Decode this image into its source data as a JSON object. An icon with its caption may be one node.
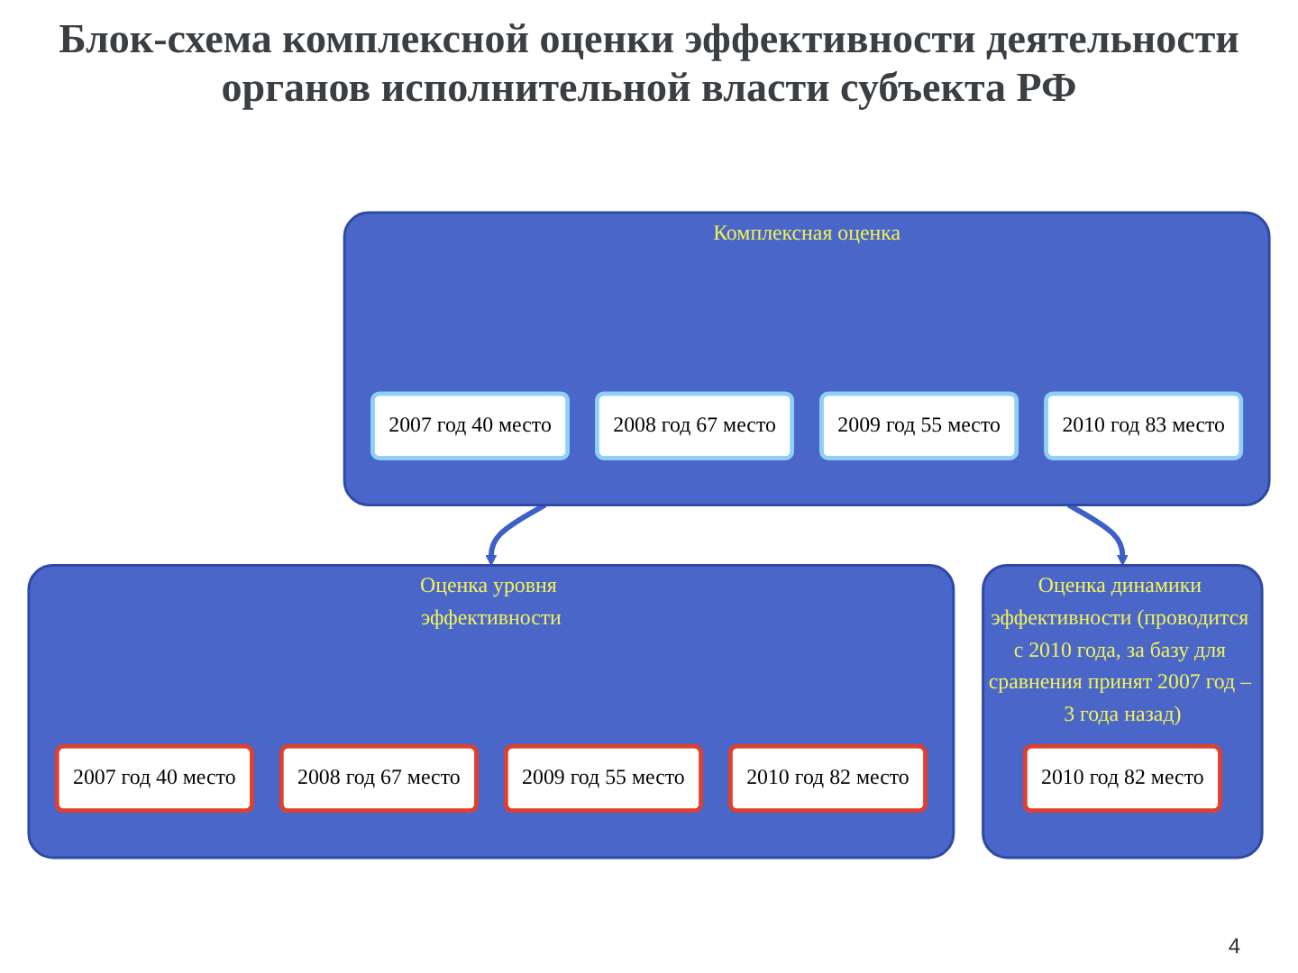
{
  "diagram": {
    "title": "Блок-схема комплексной оценки эффективности деятельности органов исполнительной власти субъекта РФ",
    "nodes": [
      {
        "text": [
          "Комплексная оценка"
        ]
      },
      {
        "text": [
          "2007 год 40 место"
        ],
        "in": 0
      },
      {
        "text": [
          "2008 год 67 место"
        ],
        "in": 0
      },
      {
        "text": [
          "2009 год 55 место"
        ],
        "in": 0
      },
      {
        "text": [
          "2010 год 83 место"
        ],
        "in": 0
      },
      {
        "text": [
          "Оценка уровня эффективности"
        ]
      },
      {
        "text": [
          "2007 год 40 место"
        ],
        "in": 5
      },
      {
        "text": [
          "2008 год 67 место"
        ],
        "in": 5
      },
      {
        "text": [
          "2009 год 55 место"
        ],
        "in": 5
      },
      {
        "text": [
          "2010 год 82 место"
        ],
        "in": 5
      },
      {
        "text": [
          "Оценка динамики эффективности (проводится с 2010 года, за базу для сравнения принят 2007 год – 3 года назад)"
        ]
      },
      {
        "text": [
          "2010 год 82 место"
        ],
        "in": 10
      }
    ],
    "edges": [
      {
        "from": 0,
        "to": 5,
        "arrow": "to"
      },
      {
        "from": 0,
        "to": 10,
        "arrow": "to"
      }
    ],
    "labels": [
      "4"
    ]
  }
}
